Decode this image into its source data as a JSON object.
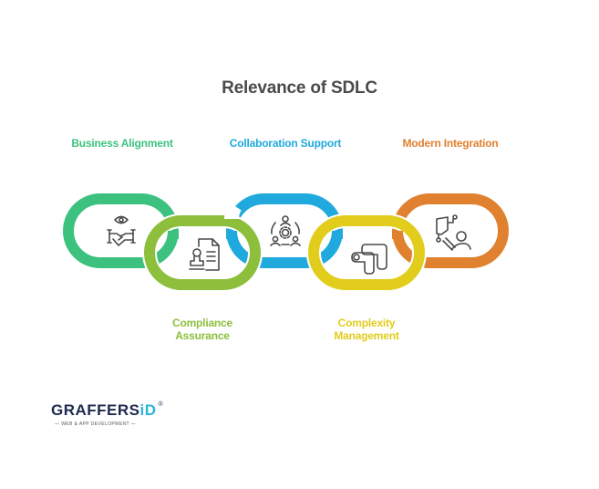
{
  "title": "Relevance of SDLC",
  "colors": {
    "business": "#3cc27e",
    "compliance": "#8dbf3c",
    "collaboration": "#1fa9dc",
    "complexity": "#e2cc1c",
    "integration": "#e0812f",
    "icon": "#4a4a4a",
    "title": "#4a4a4a"
  },
  "links": [
    {
      "label": "Business Alignment",
      "icon": "handshake-eye-icon",
      "position": "top"
    },
    {
      "label": "Compliance Assurance",
      "label_line1": "Compliance",
      "label_line2": "Assurance",
      "icon": "document-stamp-icon",
      "position": "bottom"
    },
    {
      "label": "Collaboration Support",
      "icon": "team-collaboration-icon",
      "position": "top"
    },
    {
      "label": "Complexity Management",
      "label_line1": "Complexity",
      "label_line2": "Management",
      "icon": "complex-path-icon",
      "position": "bottom"
    },
    {
      "label": "Modern Integration",
      "icon": "user-integration-icon",
      "position": "top"
    }
  ],
  "logo": {
    "name_main": "GRAFFERS",
    "name_suffix": "iD",
    "registered": "®",
    "tagline": "— WEB & APP DEVELOPMENT —"
  }
}
